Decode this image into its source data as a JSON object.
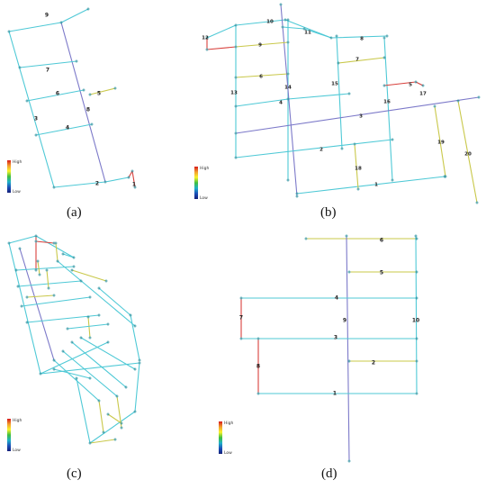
{
  "figure": {
    "colors": {
      "cyan": "#4fc9d6",
      "purple": "#7c79c9",
      "yellow": "#c9c84a",
      "red": "#d8403c",
      "node": "#1f8a99",
      "background": "#ffffff"
    },
    "legend": {
      "high_label": "High",
      "low_label": "Low",
      "gradient": [
        "#d7191c",
        "#f29e2e",
        "#f9f32b",
        "#3fbf3f",
        "#1fb1c9",
        "#1c4fb8",
        "#15207a"
      ]
    },
    "panels": [
      {
        "id": "a",
        "caption": "(a)",
        "pipe_labels": [
          "1",
          "2",
          "3",
          "4",
          "5",
          "6",
          "7",
          "8",
          "9"
        ]
      },
      {
        "id": "b",
        "caption": "(b)",
        "pipe_labels": [
          "1",
          "2",
          "3",
          "4",
          "5",
          "6",
          "7",
          "8",
          "9",
          "10",
          "11",
          "12",
          "13",
          "14",
          "15",
          "16",
          "17",
          "18",
          "19",
          "20"
        ]
      },
      {
        "id": "c",
        "caption": "(c)",
        "pipe_labels": []
      },
      {
        "id": "d",
        "caption": "(d)",
        "pipe_labels": [
          "1",
          "2",
          "3",
          "4",
          "5",
          "6",
          "7",
          "8",
          "9",
          "10"
        ]
      }
    ]
  }
}
